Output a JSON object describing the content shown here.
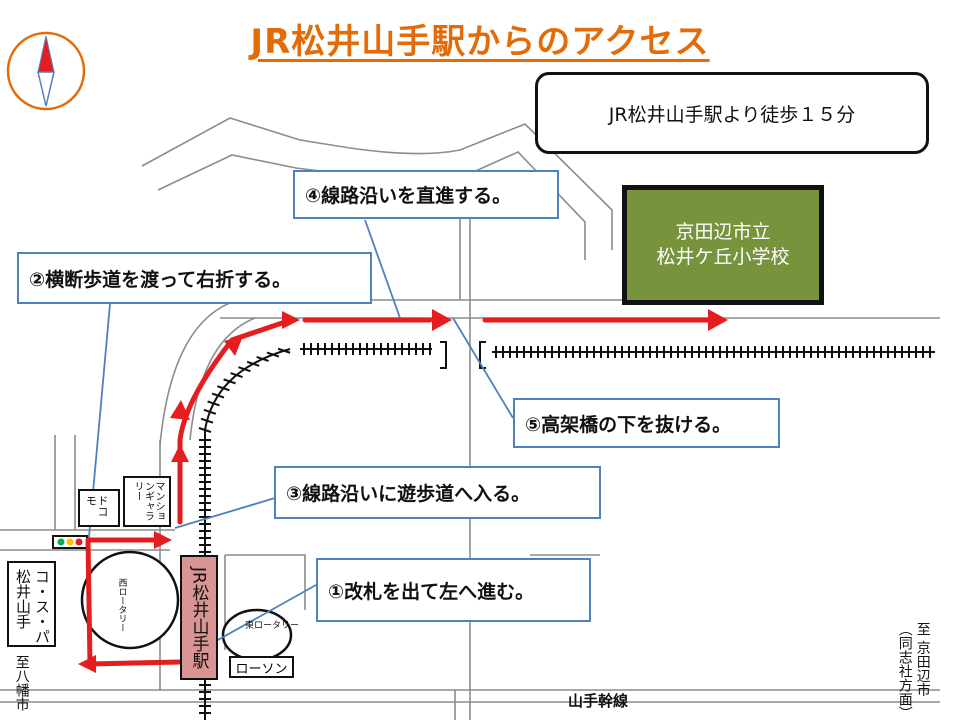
{
  "title": "JR松井山手駅からのアクセス",
  "info_box": "JR松井山手駅より徒歩１５分",
  "school": {
    "line1": "京田辺市立",
    "line2": "松井ケ丘小学校"
  },
  "steps": [
    {
      "id": "1",
      "text": "①改札を出て左へ進む。"
    },
    {
      "id": "2",
      "text": "②横断歩道を渡って右折する。"
    },
    {
      "id": "3",
      "text": "③線路沿いに遊歩道へ入る。"
    },
    {
      "id": "4",
      "text": "④線路沿いを直進する。"
    },
    {
      "id": "5",
      "text": "⑤高架橋の下を抜ける。"
    }
  ],
  "labels": {
    "station": "JR松井山手駅",
    "west_rotary": "西ロータリー",
    "east_rotary": "東ロータリー",
    "lawson": "ローソン",
    "docomo": "ドコモ",
    "mansion_gallery": "マンションギャラリー",
    "cospa_line1": "コ・ス・パ",
    "cospa_line2": "松井山手",
    "to_yawata": "至八幡市",
    "to_kyotanabe_line1": "至 京田辺市",
    "to_kyotanabe_line2": "（同志社方面）",
    "railway_line": "山手幹線"
  },
  "colors": {
    "title": "#e36c09",
    "route": "#e41e1e",
    "callout_border": "#4f81bd",
    "school_fill": "#77933c",
    "station_fill": "#d99594"
  }
}
